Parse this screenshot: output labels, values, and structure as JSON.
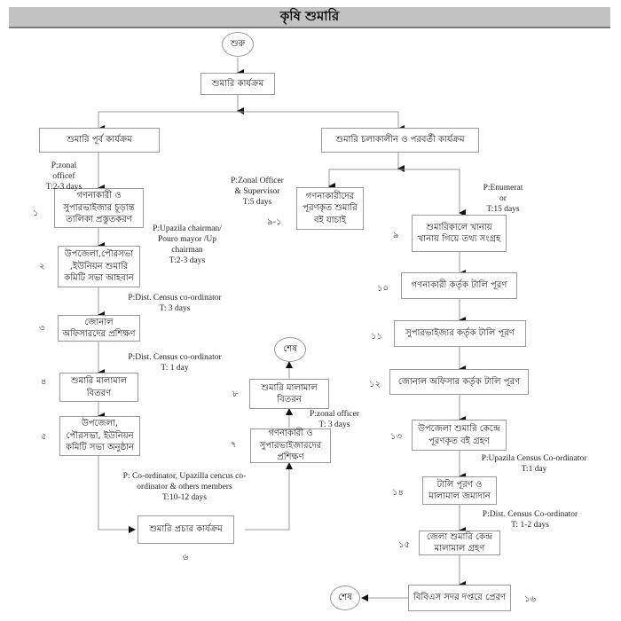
{
  "title": "কৃষি শুমারি",
  "start_label": "শুরু",
  "end_label": "শেষ",
  "colors": {
    "title_bar": "#c2c2c2",
    "box_border": "#9a9a9a",
    "line": "#9a9a9a",
    "arrow": "#111111"
  },
  "boxes": {
    "main": "শুমারি কার্যক্রম",
    "pre": "শুমারি পূর্ব কার্যক্রম",
    "during": "শুমারি চলাকালীন  ও পরবর্তী কার্যক্রম",
    "s1": "গণনাকারী ও সুপারভাইজার চূড়ান্ত তালিকা প্রস্তুতকরণ",
    "s2": "উপজেলা,পৌরসভা ,ইউনিয়ন শুমারি কমিটি সভা আহবান",
    "s3": "জোনাল অফিসারদের প্রশিক্ষণ",
    "s4": "শুমারি মালামাল বিতরণ",
    "s5": "উপজেলা, পৌরসভা, ইউনিয়ন কমিটি সভা অনুষ্ঠান",
    "s6": "শুমারি প্রচার কার্যক্রম",
    "s7": "গণনাকারী ও সুপারভাইজারদের প্রশিক্ষণ",
    "s8": "শুমারি মালামাল বিতরন",
    "s9_1": "গণনাকারীদের পূরণকৃত শুমারি বই যাচাই",
    "s9": "শুমারিকালে খানায় খানায় গিয়ে তথ্য সংগ্রহ",
    "s10": "গণনাকারী কর্তৃক টালি পূরণ",
    "s11": "সুপারভাইজার কর্তৃক টালি পূরণ",
    "s12": "জোনাল অফিসার কর্তৃক টালি পূরণ",
    "s13": "উপজেলা শুমারি কেন্দ্রে পূরণকৃত বই গ্রহণ",
    "s14": "টালি পূরণ ও মালামাল জমাদান",
    "s15": "জেলা শুমারি কেন্দ্র মালামাল গ্রহণ",
    "s16": "বিবিএস সদর দপ্তরে প্রেরণ"
  },
  "numbers": {
    "n1": "১",
    "n2": "২",
    "n3": "৩",
    "n4": "৪",
    "n5": "৫",
    "n6": "৬",
    "n7": "৭",
    "n8": "৮",
    "n9_1": "৯-১",
    "n9": "৯",
    "n10": "১০",
    "n11": "১১",
    "n12": "১২",
    "n13": "১৩",
    "n14": "১৪",
    "n15": "১৫",
    "n16": "১৬"
  },
  "notes": {
    "a1": "P:zonal\nofficef\nT:2-3 days",
    "a2": "P:Upazila chairman/\nPouro mayor /Up\nchairman\nT:2-3 days",
    "a3": "P:Dist. Census  co-ordinator\nT: 3 days",
    "a4": "P:Dist. Census  co-ordinator\nT: 1 day",
    "a6": "P: Co-ordinator, Upazilla cencus co-\nordinator &  others members\nT:10-12 days",
    "a8": "P:zonal officer\nT: 3 days",
    "a9_1": "P:Zonal Officer\n& Supervisor\nT:5 days",
    "a9": "P:Enumerat\nor\nT:15 days",
    "a14": "P:Upazila Census Co-ordinator\nT:1 day",
    "a15": "P:Dist.  Census Co-ordinator\nT: 1-2 days"
  }
}
